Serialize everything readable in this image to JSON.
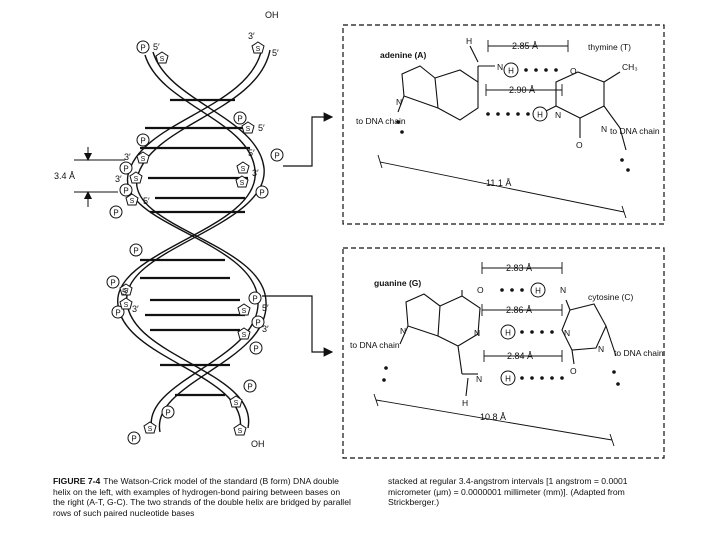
{
  "helix": {
    "strand_end_left_top": "5′",
    "strand_end_right_top": "3′",
    "oh_top": "OH",
    "strand_end_right_top2": "5′",
    "phosphate": "P",
    "sugar": "S",
    "label_3prime": "3′",
    "label_5prime": "5′",
    "rise": "3.4 Å",
    "oh_bottom": "OH"
  },
  "at_pair": {
    "base_left": "adenine (A)",
    "base_right": "thymine (T)",
    "h_top": "H",
    "n_label": "N",
    "h_bond": "H",
    "ch3": "CH₃",
    "o_label": "O",
    "dist1": "2.85 Å",
    "dist2": "2.90 Å",
    "span": "11.1 Å",
    "chain_left": "to DNA chain",
    "chain_right": "to DNA chain"
  },
  "gc_pair": {
    "base_left": "guanine (G)",
    "base_right": "cytosine (C)",
    "h_bottom": "H",
    "n_label": "N",
    "h_bond": "H",
    "o_label": "O",
    "dist1": "2.83 Å",
    "dist2": "2.86 Å",
    "dist3": "2.84 Å",
    "span": "10.8 Å",
    "chain_left": "to DNA chain",
    "chain_right": "to DNA chain"
  },
  "caption": {
    "label": "FIGURE 7-4",
    "left_text": "The Watson-Crick model of the standard (B form) DNA double helix on the left, with examples of hydrogen-bond pairing between bases on the right (A-T, G-C). The two strands of the double helix are bridged by parallel rows of such paired nucleotide bases",
    "right_text": "stacked at regular 3.4-angstrom intervals [1 angstrom = 0.0001 micrometer (μm) = 0.0000001 millimeter (mm)]. (Adapted from Strickberger.)"
  }
}
